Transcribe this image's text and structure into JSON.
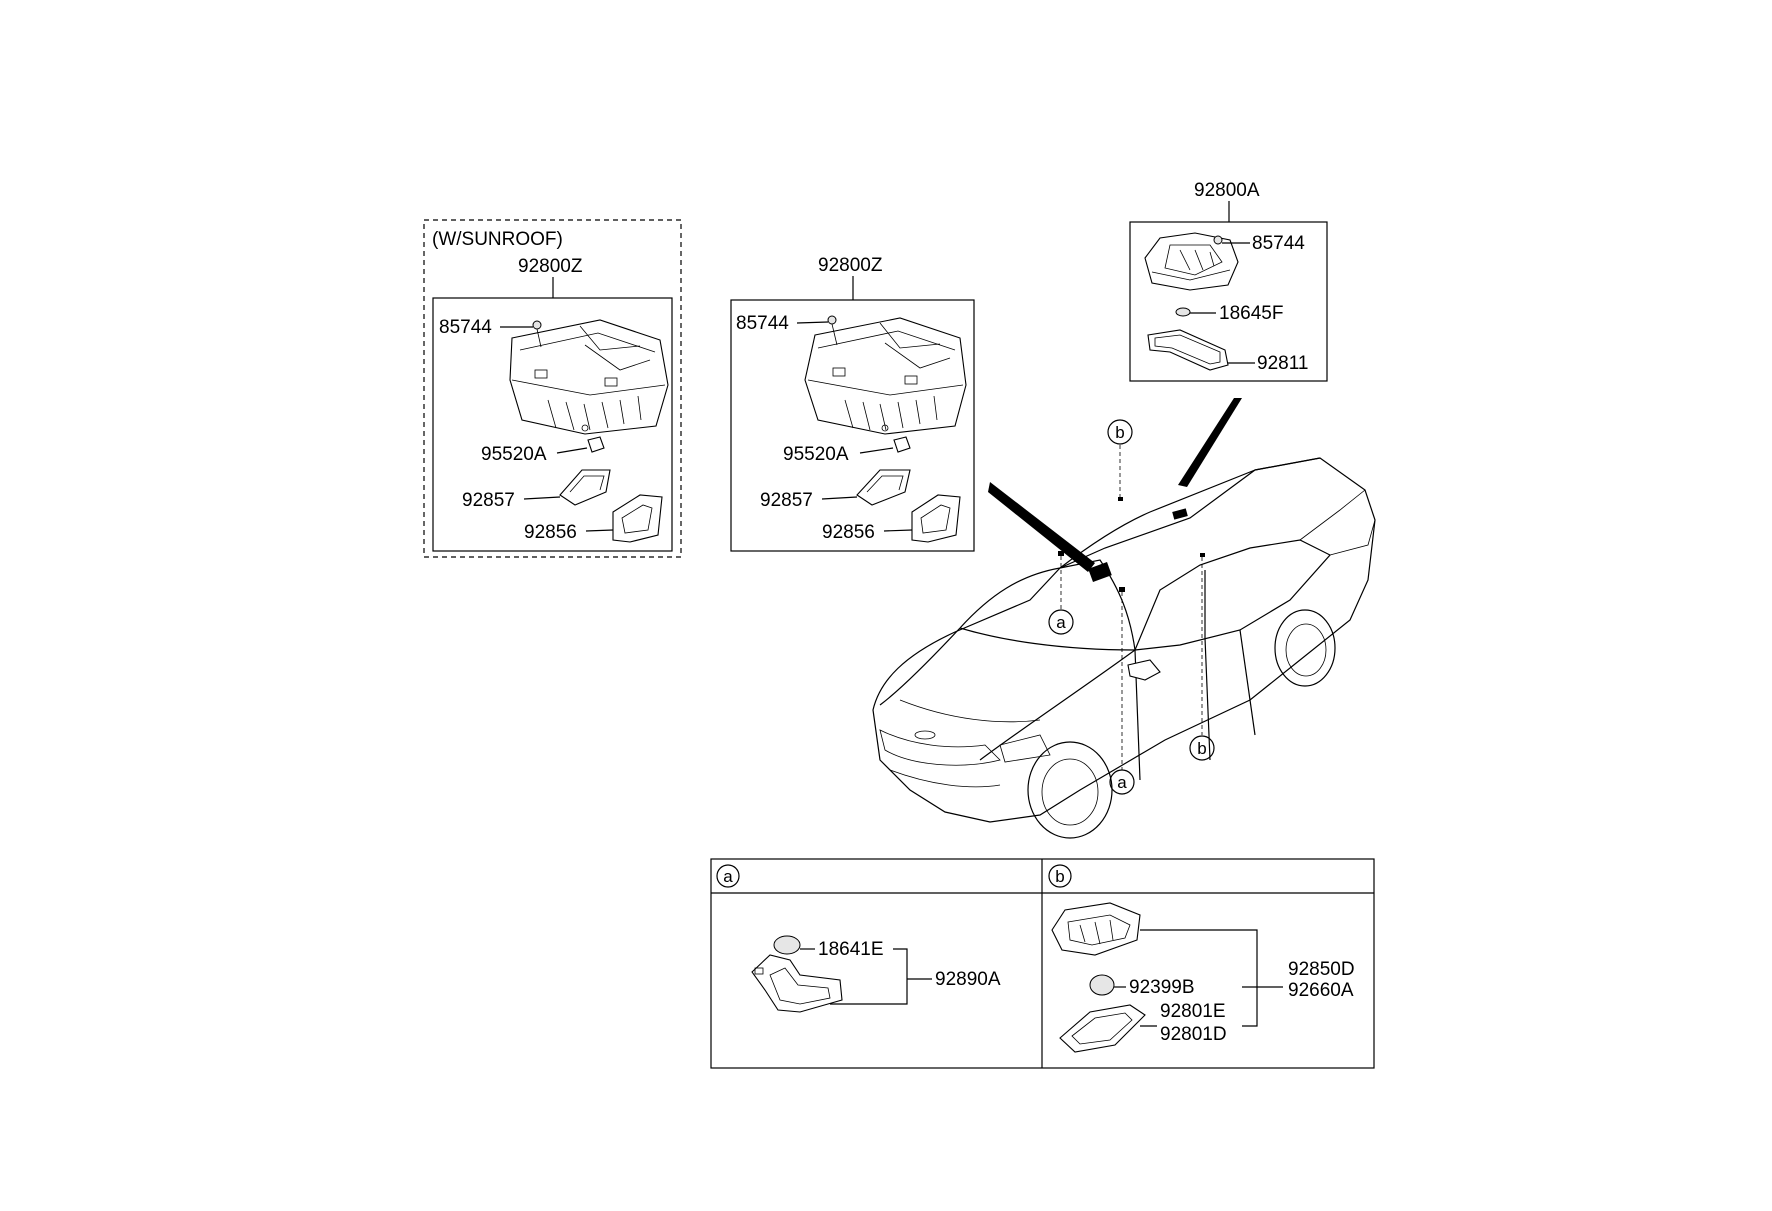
{
  "diagram": {
    "sunroof_note": "(W/SUNROOF)",
    "box_sunroof": {
      "assembly": "92800Z",
      "parts": [
        "85744",
        "95520A",
        "92857",
        "92856"
      ]
    },
    "box_standard": {
      "assembly": "92800Z",
      "parts": [
        "85744",
        "95520A",
        "92857",
        "92856"
      ]
    },
    "box_rear": {
      "assembly": "92800A",
      "parts": [
        "85744",
        "18645F",
        "92811"
      ]
    },
    "markers": {
      "a": "a",
      "b": "b"
    },
    "detail_a": {
      "header": "a",
      "bulb": "18641E",
      "assembly": "92890A"
    },
    "detail_b": {
      "header": "b",
      "bulb": "92399B",
      "lens_1": "92801E",
      "lens_2": "92801D",
      "assembly_1": "92850D",
      "assembly_2": "92660A"
    }
  }
}
